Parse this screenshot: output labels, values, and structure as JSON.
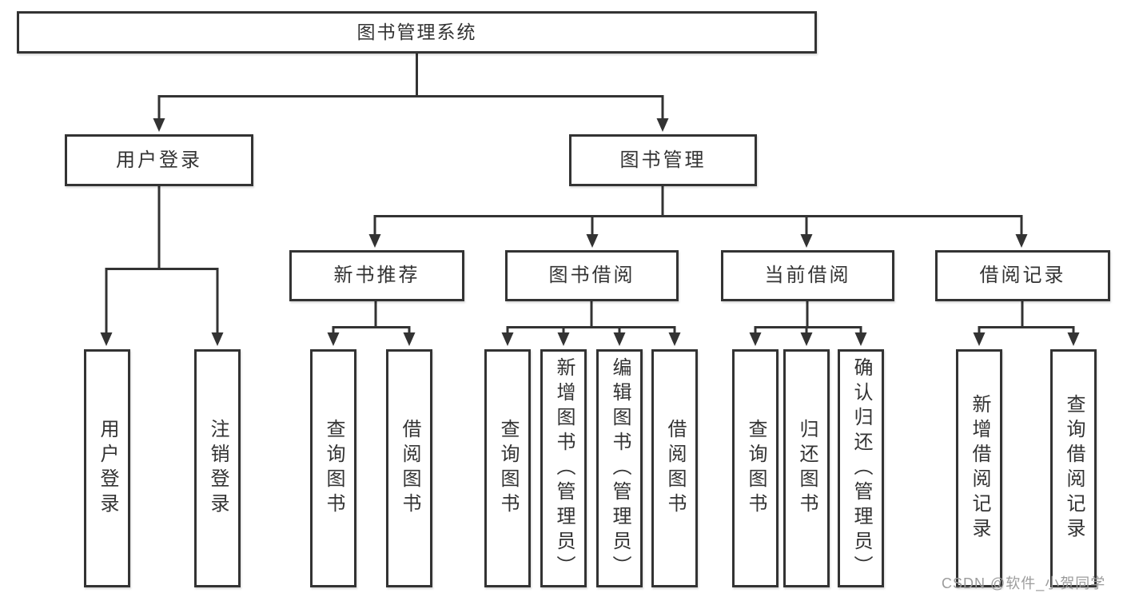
{
  "colors": {
    "line": "#333333",
    "ink": "#333333",
    "watermark": "#9c9c9c",
    "bg": "#ffffff"
  },
  "watermark": "CSDN @软件_小贺同学",
  "diagram": {
    "root": {
      "label": "图书管理系统"
    },
    "level2": [
      {
        "label": "用户登录",
        "children": [
          {
            "label": "用户登录"
          },
          {
            "label": "注销登录"
          }
        ]
      },
      {
        "label": "图书管理",
        "children": [
          {
            "label": "新书推荐",
            "children": [
              {
                "label": "查询图书"
              },
              {
                "label": "借阅图书"
              }
            ]
          },
          {
            "label": "图书借阅",
            "children": [
              {
                "label": "查询图书"
              },
              {
                "label": "新增图书（管理员）"
              },
              {
                "label": "编辑图书（管理员）"
              },
              {
                "label": "借阅图书"
              }
            ]
          },
          {
            "label": "当前借阅",
            "children": [
              {
                "label": "查询图书"
              },
              {
                "label": "归还图书"
              },
              {
                "label": "确认归还（管理员）"
              }
            ]
          },
          {
            "label": "借阅记录",
            "children": [
              {
                "label": "新增借阅记录"
              },
              {
                "label": "查询借阅记录"
              }
            ]
          }
        ]
      }
    ]
  }
}
